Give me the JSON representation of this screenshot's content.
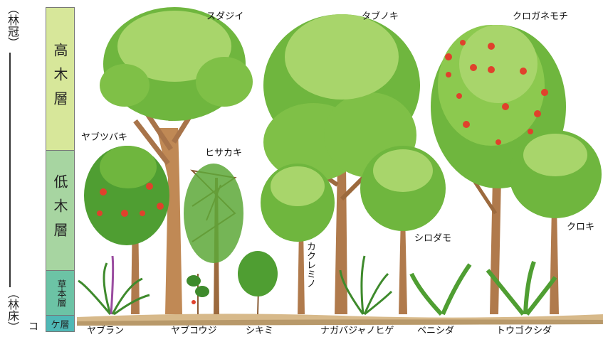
{
  "side_labels": {
    "canopy": "（林冠）",
    "floor": "（林床）"
  },
  "layers": {
    "high": "高木層",
    "low": "低木層",
    "herb": "草本層",
    "moss_prefix": "コ",
    "moss": "ケ層"
  },
  "colors": {
    "high_layer": "#d7e79a",
    "low_layer": "#a7d5a1",
    "herb_layer": "#6cc3a5",
    "moss_layer": "#4fb8b6",
    "ground": "#d7b98a",
    "trunk": "#b07a4c",
    "foliage": "#6fb63e",
    "foliage_light": "#a8d56b",
    "berry": "#e0412c"
  },
  "plants": {
    "sudajii": "スダジイ",
    "tabunoki": "タブノキ",
    "kuroganemochi": "クロガネモチ",
    "yabutsubaki": "ヤブツバキ",
    "hisakaki": "ヒサカキ",
    "kakuremino": "カクレミノ",
    "shirodamo": "シロダモ",
    "kuroki": "クロキ",
    "yaburan": "ヤブラン",
    "yabukouji": "ヤブコウジ",
    "shikimi": "シキミ",
    "nagabajanohige": "ナガバジャノヒゲ",
    "benishida": "ベニシダ",
    "tougokushida": "トウゴクシダ"
  }
}
